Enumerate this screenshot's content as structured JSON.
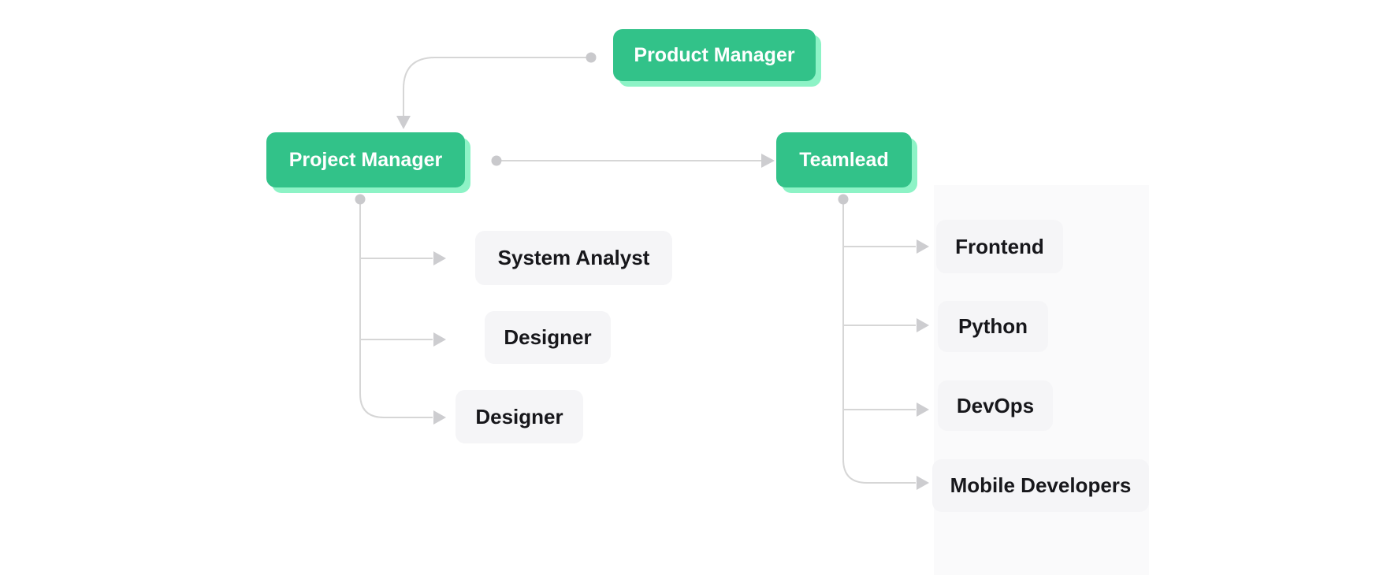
{
  "diagram": {
    "type": "org-chart",
    "nodes": {
      "product_manager": {
        "label": "Product Manager",
        "role": "manager"
      },
      "project_manager": {
        "label": "Project Manager",
        "role": "manager",
        "children": [
          {
            "label": "System Analyst"
          },
          {
            "label": "Designer"
          },
          {
            "label": "Designer"
          }
        ]
      },
      "teamlead": {
        "label": "Teamlead",
        "role": "manager",
        "children": [
          {
            "label": "Frontend"
          },
          {
            "label": "Python"
          },
          {
            "label": "DevOps"
          },
          {
            "label": "Mobile Developers"
          }
        ]
      }
    },
    "colors": {
      "manager_fill": "#32c289",
      "manager_shadow": "#8df3c6",
      "manager_text": "#ffffff",
      "child_fill": "#f5f5f7",
      "child_text": "#17171b",
      "connector": "#d6d6d6",
      "connector_dot": "#c9c9cc",
      "arrowhead": "#cdcdd0",
      "background": "#ffffff",
      "column_highlight": "#fafafb"
    }
  }
}
